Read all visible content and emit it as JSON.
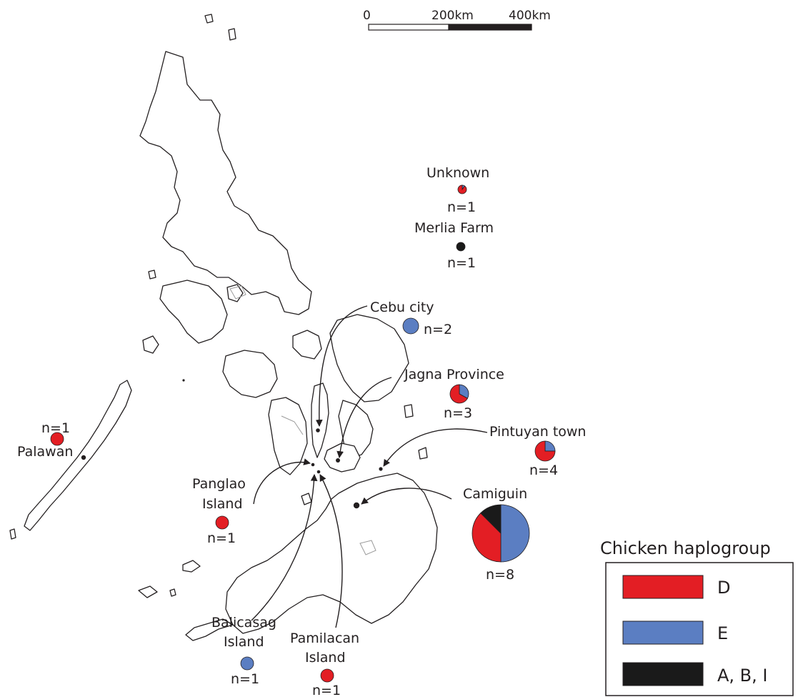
{
  "colors": {
    "D": "#e31e24",
    "E": "#5b7ec2",
    "ABI": "#1a1a1a"
  },
  "scale_bar": {
    "ticks": [
      "0",
      "200km",
      "400km"
    ]
  },
  "legend": {
    "title": "Chicken haplogroup",
    "items": [
      {
        "key": "D",
        "label": "D"
      },
      {
        "key": "E",
        "label": "E"
      },
      {
        "key": "ABI",
        "label": "A, B, I"
      }
    ]
  },
  "sites": [
    {
      "id": "unknown",
      "name": "Unknown",
      "n": "n=1",
      "composition": {
        "D": 0.9,
        "E": 0.1,
        "ABI": 0
      }
    },
    {
      "id": "merlia-farm",
      "name": "Merlia Farm",
      "n": "n=1",
      "composition": {
        "D": 0,
        "E": 0,
        "ABI": 1
      }
    },
    {
      "id": "cebu-city",
      "name": "Cebu city",
      "n": "n=2",
      "composition": {
        "D": 0,
        "E": 1,
        "ABI": 0
      }
    },
    {
      "id": "jagna-province",
      "name": "Jagna Province",
      "n": "n=3",
      "composition": {
        "D": 0.67,
        "E": 0.33,
        "ABI": 0
      }
    },
    {
      "id": "pintuyan-town",
      "name": "Pintuyan town",
      "n": "n=4",
      "composition": {
        "D": 0.75,
        "E": 0.25,
        "ABI": 0
      }
    },
    {
      "id": "camiguin",
      "name": "Camiguin",
      "n": "n=8",
      "composition": {
        "E": 0.5,
        "D": 0.375,
        "ABI": 0.125
      }
    },
    {
      "id": "palawan",
      "name": "Palawan",
      "n": "n=1",
      "composition": {
        "D": 1,
        "E": 0,
        "ABI": 0
      }
    },
    {
      "id": "panglao-island",
      "name": "Panglao",
      "name2": "Island",
      "n": "n=1",
      "composition": {
        "D": 1,
        "E": 0,
        "ABI": 0
      }
    },
    {
      "id": "balicasag-island",
      "name": "Balicasag",
      "name2": "Island",
      "n": "n=1",
      "composition": {
        "D": 0,
        "E": 1,
        "ABI": 0
      }
    },
    {
      "id": "pamilacan-island",
      "name": "Pamilacan",
      "name2": "Island",
      "n": "n=1",
      "composition": {
        "D": 1,
        "E": 0,
        "ABI": 0
      }
    }
  ]
}
